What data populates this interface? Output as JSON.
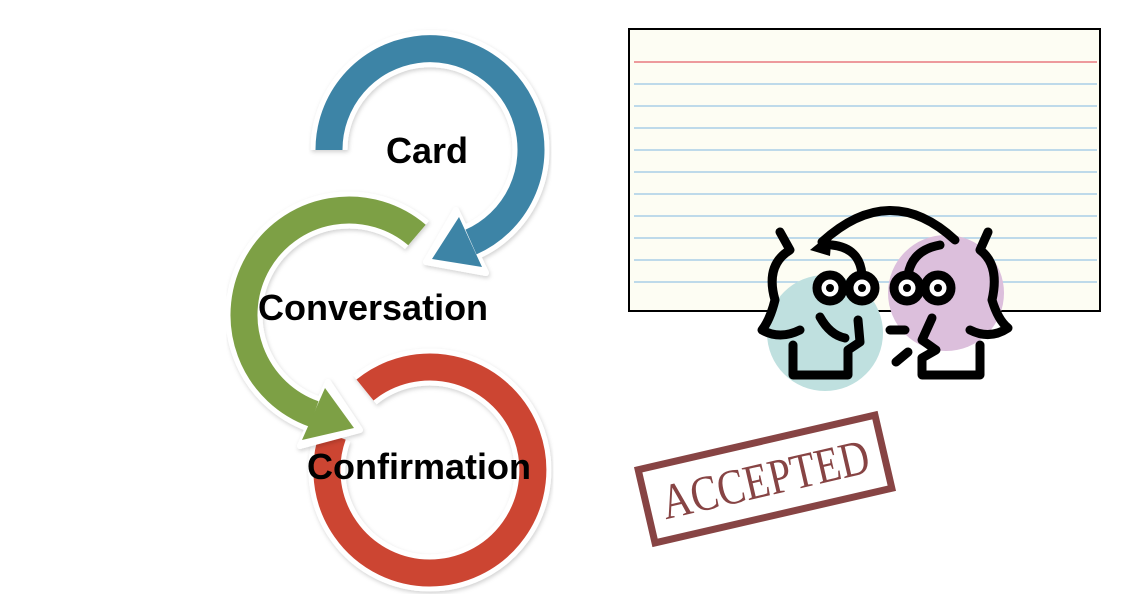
{
  "cycle": {
    "steps": [
      {
        "label": "Card",
        "color": "#3e84a6"
      },
      {
        "label": "Conversation",
        "color": "#7da045"
      },
      {
        "label": "Confirmation",
        "color": "#cc4433"
      }
    ]
  },
  "index_card": {
    "paper_color": "#fdfdf3",
    "margin_line_color": "#e87a80",
    "rule_color": "#a9cfe8"
  },
  "people_icon": {
    "left_circle_color": "#bfe0df",
    "right_circle_color": "#dcbfdc"
  },
  "stamp": {
    "text": "ACCEPTED",
    "color": "#7b3030"
  }
}
